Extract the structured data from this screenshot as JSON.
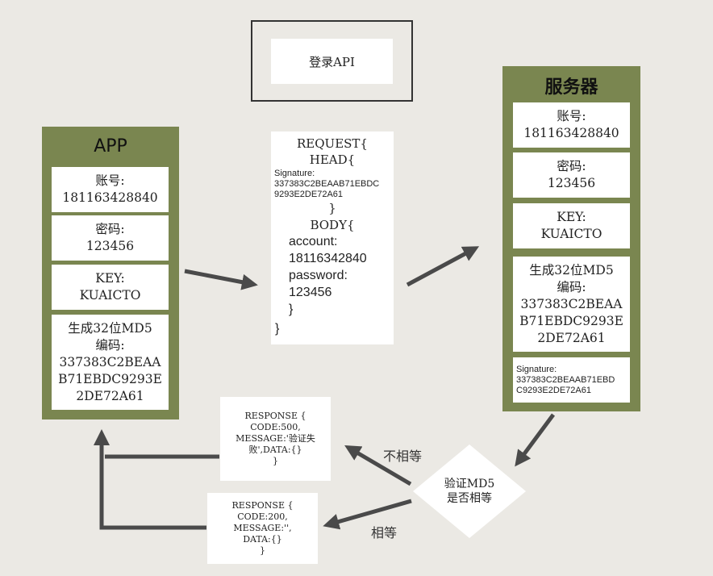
{
  "title": "登录API",
  "app": {
    "title": "APP",
    "account_label": "账号:",
    "account_value": "181163428840",
    "password_label": "密码:",
    "password_value": "123456",
    "key_label": "KEY:",
    "key_value": "KUAICTO",
    "md5_line1": "生成32位MD5",
    "md5_line2": "编码:",
    "md5_line3": "337383C2BEAA",
    "md5_line4": "B71EBDC9293E",
    "md5_line5": "2DE72A61"
  },
  "request": {
    "line1": "REQUEST{",
    "line2": "HEAD{",
    "sig_label": "Signature:",
    "sig_value1": "337383C2BEAAB71EBDC",
    "sig_value2": "9293E2DE72A61",
    "head_close": "}",
    "body_open": "BODY{",
    "account_label": "account:",
    "account_value": "18116342840",
    "password_label": "password:",
    "password_value": "123456",
    "body_close": "}",
    "close": "}"
  },
  "server": {
    "title": "服务器",
    "account_label": "账号:",
    "account_value": "181163428840",
    "password_label": "密码:",
    "password_value": "123456",
    "key_label": "KEY:",
    "key_value": "KUAICTO",
    "md5_line1": "生成32位MD5",
    "md5_line2": "编码:",
    "md5_line3": "337383C2BEAA",
    "md5_line4": "B71EBDC9293E",
    "md5_line5": "2DE72A61",
    "sig_label": "Signature:",
    "sig_value1": "337383C2BEAAB71EBD",
    "sig_value2": "C9293E2DE72A61"
  },
  "response_fail": {
    "line1": "RESPONSE {",
    "line2": "CODE:500,",
    "line3": "MESSAGE:'验证失",
    "line4": "败',DATA:{}",
    "line5": "}"
  },
  "response_ok": {
    "line1": "RESPONSE {",
    "line2": "CODE:200,",
    "line3": "MESSAGE:'',",
    "line4": "DATA:{}",
    "line5": "}"
  },
  "decision": {
    "line1": "验证MD5",
    "line2": "是否相等"
  },
  "label_not_equal": "不相等",
  "label_equal": "相等",
  "colors": {
    "panel": "#7a8650",
    "background": "#ebe9e4",
    "arrow": "#4a4a4a"
  }
}
